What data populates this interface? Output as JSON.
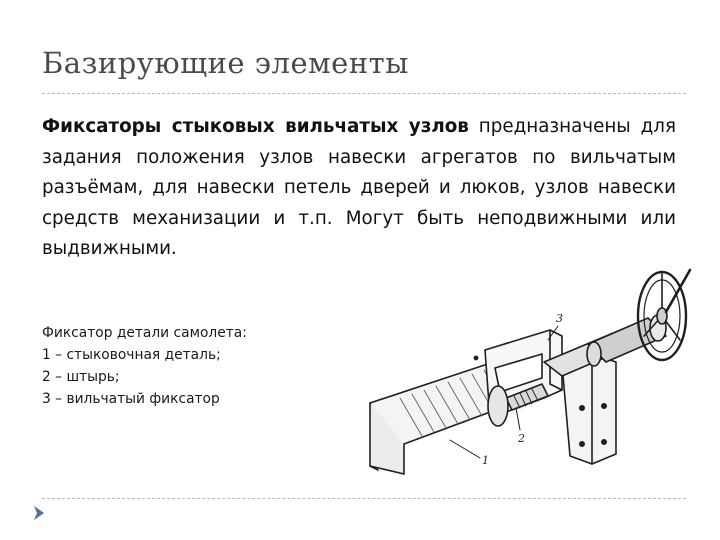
{
  "slide": {
    "title": "Базирующие элементы",
    "paragraph": {
      "bold_lead": "Фиксаторы стыковых вильчатых узлов",
      "rest": " предназначены для задания положения узлов навески агрегатов по вильчатым разъёмам, для навески петель дверей и люков, узлов навески средств механизации и т.п. Могут быть неподвижными или выдвижными."
    },
    "caption": {
      "heading": "Фиксатор детали самолета:",
      "items": [
        "1 – стыковочная деталь;",
        "2 – штырь;",
        "3 – вильчатый фиксатор"
      ]
    },
    "figure": {
      "labels": [
        "1",
        "2",
        "3"
      ]
    },
    "colors": {
      "title": "#4a4a4a",
      "text": "#111111",
      "rule": "#b9b9b9",
      "arrow": "#4f6ea3"
    },
    "icons": [
      "nav-arrow-icon"
    ]
  }
}
